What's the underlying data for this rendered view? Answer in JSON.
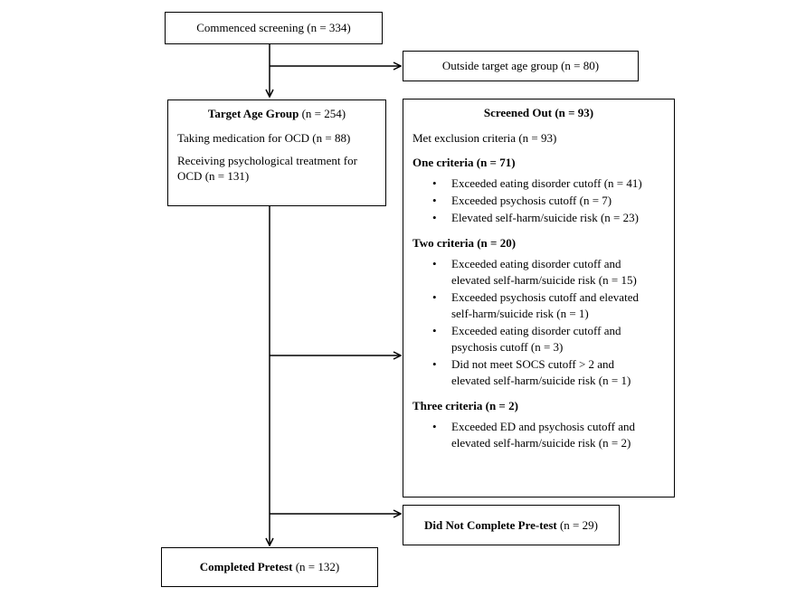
{
  "commenced": {
    "label": "Commenced screening",
    "n": "(n = 334)"
  },
  "outside_age": {
    "text": "Outside target age group (n = 80)"
  },
  "target_age": {
    "title": "Target Age Group",
    "n": "(n = 254)",
    "medication": "Taking medication for OCD (n = 88)",
    "psych_treatment_1": "Receiving psychological treatment for",
    "psych_treatment_2": "OCD (n = 131)"
  },
  "screened_out": {
    "title": "Screened Out (n = 93)",
    "met_exclusion": "Met exclusion criteria (n = 93)",
    "sections": [
      {
        "heading": "One criteria (n = 71)",
        "items": [
          [
            "Exceeded eating disorder cutoff (n = 41)"
          ],
          [
            "Exceeded psychosis cutoff (n = 7)"
          ],
          [
            "Elevated self-harm/suicide risk (n = 23)"
          ]
        ]
      },
      {
        "heading": "Two criteria (n = 20)",
        "items": [
          [
            "Exceeded eating disorder cutoff and",
            "elevated self-harm/suicide risk (n = 15)"
          ],
          [
            "Exceeded psychosis cutoff and elevated",
            "self-harm/suicide risk (n = 1)"
          ],
          [
            "Exceeded eating disorder cutoff and",
            "psychosis cutoff (n = 3)"
          ],
          [
            "Did not meet SOCS cutoff > 2 and",
            "elevated self-harm/suicide risk (n = 1)"
          ]
        ]
      },
      {
        "heading": "Three criteria (n = 2)",
        "items": [
          [
            "Exceeded ED and psychosis cutoff and",
            "elevated self-harm/suicide risk (n = 2)"
          ]
        ]
      }
    ]
  },
  "did_not_complete": {
    "title": "Did Not Complete Pre-test",
    "n": "(n = 29)"
  },
  "completed": {
    "title": "Completed Pretest",
    "n": "(n = 132)"
  }
}
